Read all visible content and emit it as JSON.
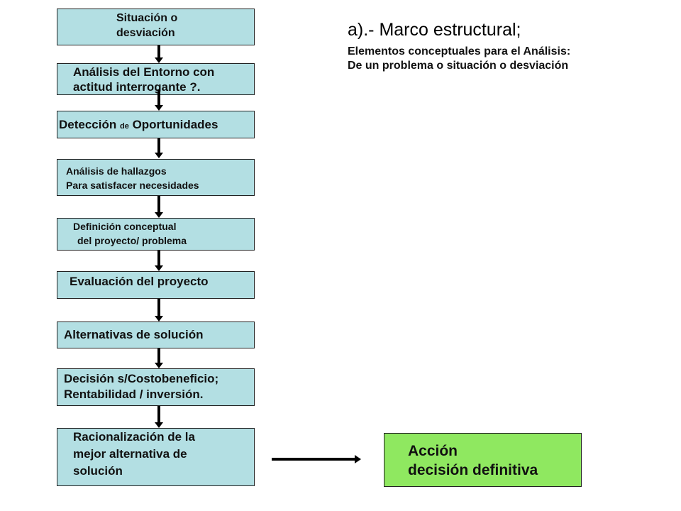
{
  "title": {
    "main": "a).-  Marco estructural;",
    "line1": "Elementos conceptuales para el Análisis:",
    "line2": "De un problema o situación o desviación"
  },
  "steps": [
    {
      "lines": [
        "Situación o",
        "desviación"
      ]
    },
    {
      "lines": [
        "Análisis del Entorno con",
        "actitud interrogante  ?."
      ]
    },
    {
      "lines": [
        "Detección",
        "de",
        "Oportunidades"
      ]
    },
    {
      "lines": [
        "Análisis de hallazgos",
        "Para satisfacer necesidades"
      ]
    },
    {
      "lines": [
        "Definición conceptual",
        "del proyecto/ problema"
      ]
    },
    {
      "lines": [
        "Evaluación del proyecto"
      ]
    },
    {
      "lines": [
        "Alternativas  de solución"
      ]
    },
    {
      "lines": [
        "Decisión s/Costobeneficio;",
        "Rentabilidad / inversión."
      ]
    },
    {
      "lines": [
        "Racionalización de la",
        "mejor alternativa de",
        "solución"
      ]
    }
  ],
  "action": {
    "line1": "Acción",
    "line2": "decisión definitiva"
  },
  "colors": {
    "step_fill": "#b3dfe3",
    "action_fill": "#8fe860"
  }
}
